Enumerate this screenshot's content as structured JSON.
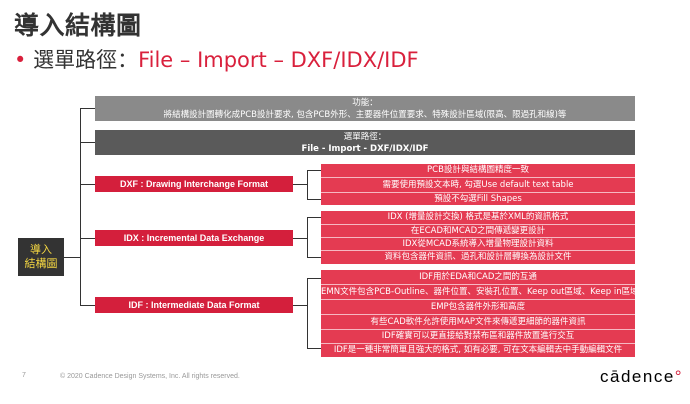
{
  "title": "導入結構圖",
  "subtitle": {
    "bullet": "•",
    "prefix": "選單路徑：",
    "path": "File – Import – DXF/IDX/IDF"
  },
  "root": {
    "line1": "導入",
    "line2": "結構圖"
  },
  "function_box": {
    "heading": "功能：",
    "text": "將結構設計圖轉化成PCB設計要求, 包含PCB外形、主要器件位置要求、特殊設計區域(限高、限過孔和線)等"
  },
  "menu_box": {
    "heading": "選單路徑：",
    "text": "File - Import - DXF/IDX/IDF"
  },
  "dxf": {
    "label": "DXF : Drawing Interchange Format",
    "details": [
      "PCB設計與結構圖精度一致",
      "需要使用預設文本時, 勾選Use default text table",
      "預設不勾選Fill Shapes"
    ]
  },
  "idx": {
    "label": "IDX : Incremental Data Exchange",
    "details": [
      "IDX (增量設計交換) 格式是基於XML的資訊格式",
      "在ECAD和MCAD之間傳遞變更設計",
      "IDX從MCAD系統導入增量物理設計資料",
      "資料包含器件資訊、過孔和設計層轉換為設計文件"
    ]
  },
  "idf": {
    "label": "IDF : Intermediate Data Format",
    "details": [
      "IDF用於EDA和CAD之間的互通",
      "EMN文件包含PCB-Outline、器件位置、安裝孔位置、Keep out區域、Keep in區域",
      "EMP包含器件外形和高度",
      "有些CAD軟件允許使用MAP文件來傳遞更細節的器件資訊",
      "IDF確實可以更直接給對禁布區和器件放置進行交互",
      "IDF是一種非常簡單且強大的格式, 如有必要, 可在文本編輯去中手動編輯文件"
    ]
  },
  "footer": {
    "page": "7",
    "copyright": "© 2020 Cadence Design Systems, Inc. All rights reserved.",
    "logo_main": "cādence",
    "logo_mark": "°"
  }
}
